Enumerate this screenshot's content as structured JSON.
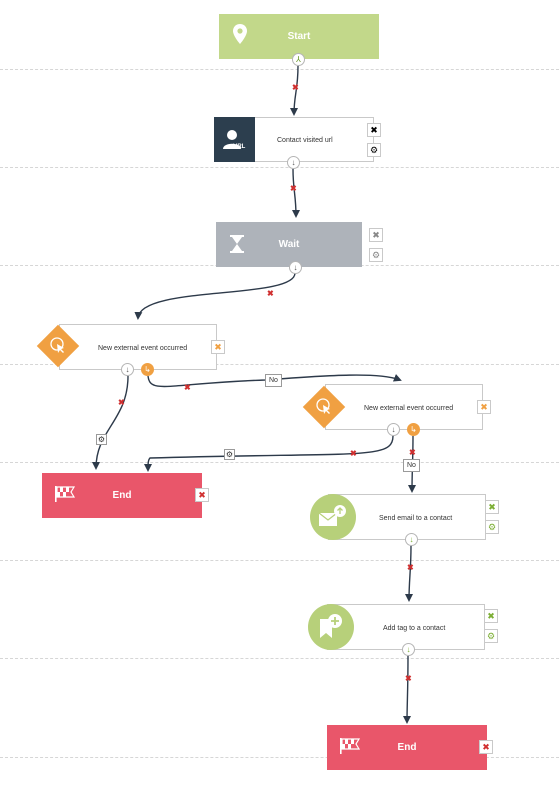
{
  "colors": {
    "start": "#c2d88a",
    "action_dark": "#2c3e4e",
    "wait": "#aeb3ba",
    "event": "#f0a042",
    "end": "#e9566a",
    "green_circle": "#b7d07a",
    "wire": "#2d3a4a"
  },
  "nodes": {
    "start": {
      "label": "Start",
      "icon": "map-pin-icon"
    },
    "contact_visited": {
      "label": "Contact visited url",
      "icon": "user-url-icon",
      "icon_text": "URL"
    },
    "wait": {
      "label": "Wait",
      "icon": "hourglass-icon"
    },
    "event1": {
      "label": "New external event occurred",
      "icon": "cursor-click-icon"
    },
    "event2": {
      "label": "New external event occurred",
      "icon": "cursor-click-icon"
    },
    "end1": {
      "label": "End",
      "icon": "checkered-flag-icon"
    },
    "send_email": {
      "label": "Send email to a contact",
      "icon": "email-send-icon"
    },
    "add_tag": {
      "label": "Add tag to a contact",
      "icon": "bookmark-add-icon"
    },
    "end2": {
      "label": "End",
      "icon": "checkered-flag-icon"
    }
  },
  "edge_labels": {
    "no1": "No",
    "no2": "No"
  }
}
